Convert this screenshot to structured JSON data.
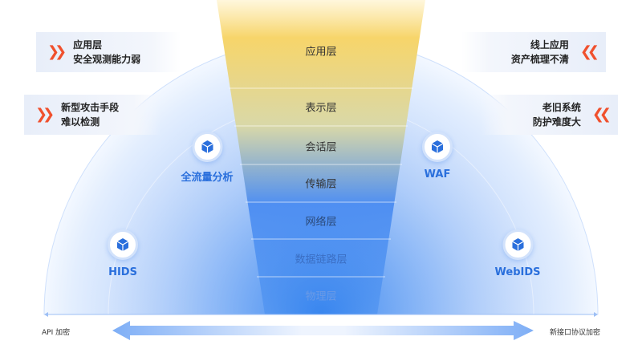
{
  "callouts_left": [
    {
      "line1": "应用层",
      "line2": "安全观测能力弱"
    },
    {
      "line1": "新型攻击手段",
      "line2": "难以检测"
    }
  ],
  "callouts_right": [
    {
      "line1": "线上应用",
      "line2": "资产梳理不清"
    },
    {
      "line1": "老旧系统",
      "line2": "防护难度大"
    }
  ],
  "layers": [
    "应用层",
    "表示层",
    "会话层",
    "传输层",
    "网络层",
    "数据链路层",
    "物理层"
  ],
  "nodes": {
    "flow": "全流量分析",
    "waf": "WAF",
    "hids": "HIDS",
    "webids": "WebIDS"
  },
  "axis": {
    "left": "API 加密",
    "right": "新接口协议加密"
  },
  "colors": {
    "accent": "#2a6fdc",
    "warning": "#f0502d",
    "funnel_top": "#f5c842",
    "funnel_bottom": "#2f80ed"
  }
}
